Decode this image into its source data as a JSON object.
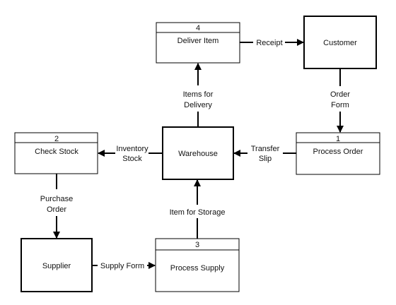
{
  "processes": {
    "deliver": {
      "number": "4",
      "label": "Deliver Item"
    },
    "check": {
      "number": "2",
      "label": "Check Stock"
    },
    "order": {
      "number": "1",
      "label": "Process Order"
    },
    "supply": {
      "number": "3",
      "label": "Process Supply"
    }
  },
  "entities": {
    "customer": "Customer",
    "warehouse": "Warehouse",
    "supplier": "Supplier"
  },
  "flows": {
    "receipt": "Receipt",
    "items_delivery": [
      "Items for",
      "Delivery"
    ],
    "order_form": [
      "Order",
      "Form"
    ],
    "inventory": [
      "Inventory",
      "Stock"
    ],
    "transfer": [
      "Transfer",
      "Slip"
    ],
    "purchase": [
      "Purchase",
      "Order"
    ],
    "storage": "Item for Storage",
    "supply_form": "Supply Form"
  }
}
